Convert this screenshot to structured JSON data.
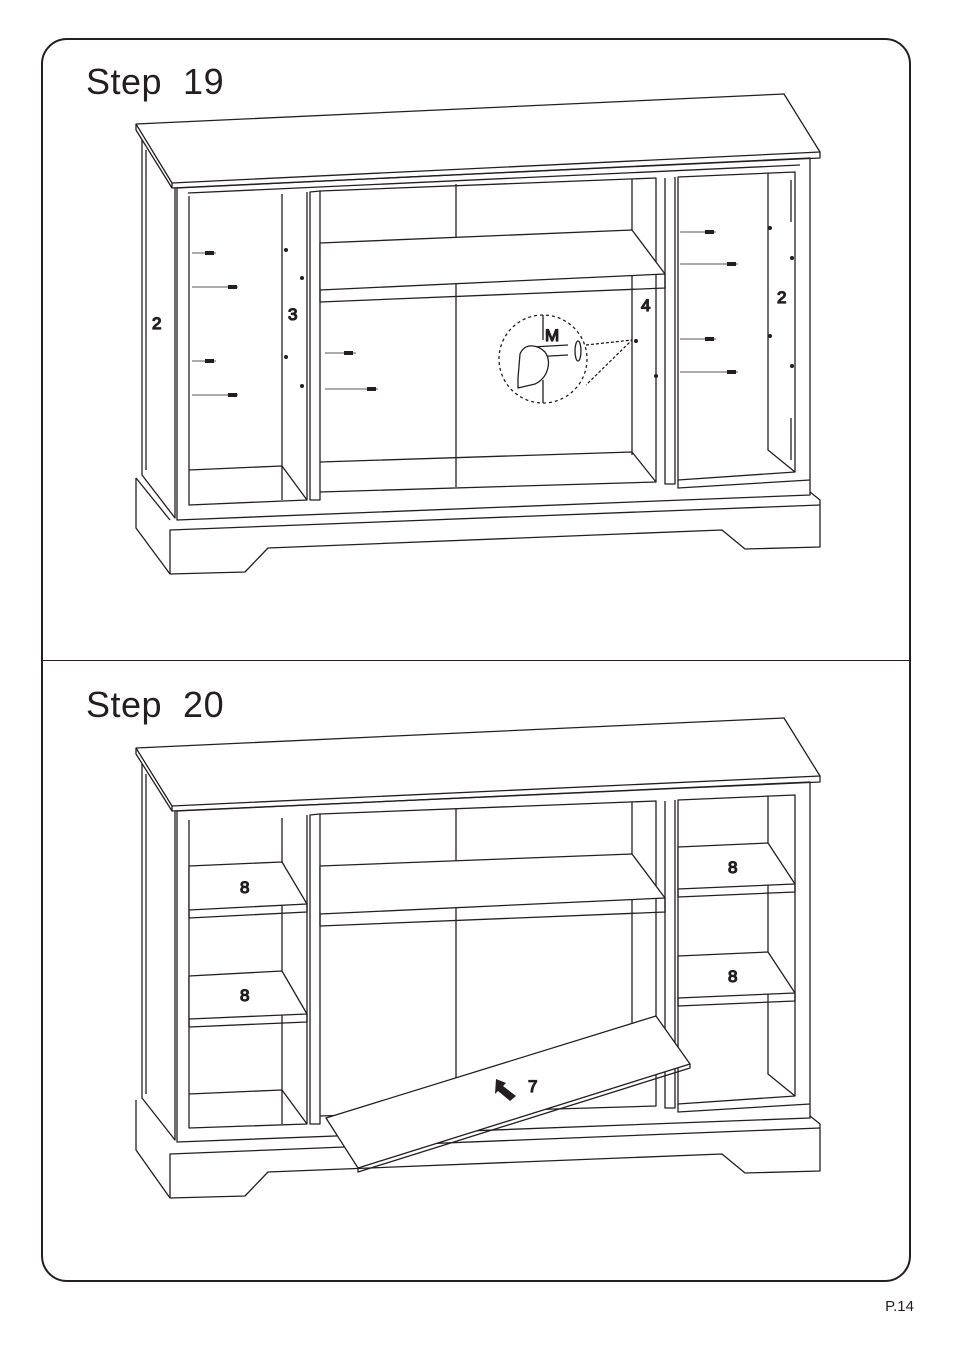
{
  "steps": [
    {
      "title": "Step  19",
      "labels": {
        "left_side": "2",
        "left_divider": "3",
        "right_divider": "4",
        "right_side": "2",
        "hardware": "M"
      }
    },
    {
      "title": "Step  20",
      "labels": {
        "shelf_upper_left": "8",
        "shelf_lower_left": "8",
        "shelf_upper_right": "8",
        "shelf_lower_right": "8",
        "back_panel": "7"
      }
    }
  ],
  "page_number": "P.14"
}
